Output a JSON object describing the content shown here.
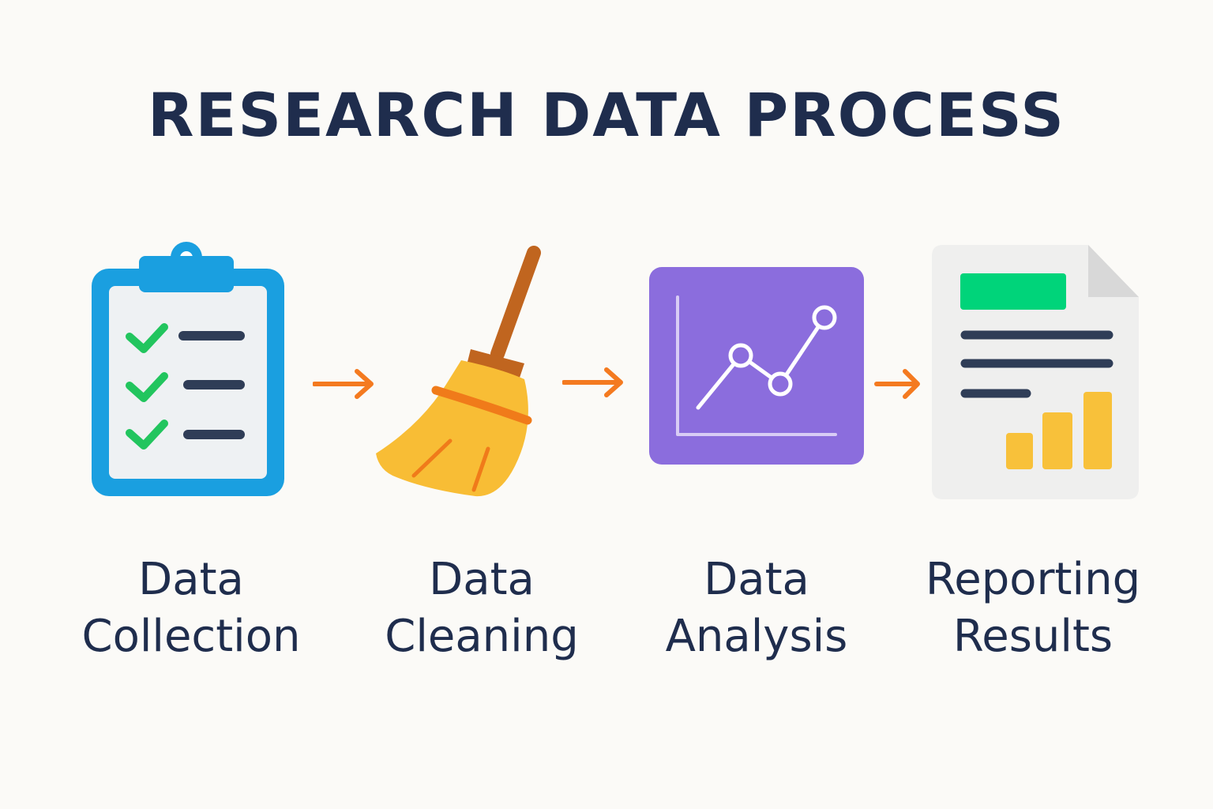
{
  "title": "RESEARCH DATA PROCESS",
  "steps": [
    {
      "line1": "Data",
      "line2": "Collection",
      "icon": "clipboard-checklist-icon"
    },
    {
      "line1": "Data",
      "line2": "Cleaning",
      "icon": "broom-icon"
    },
    {
      "line1": "Data",
      "line2": "Analysis",
      "icon": "line-chart-icon"
    },
    {
      "line1": "Reporting",
      "line2": "Results",
      "icon": "report-document-icon"
    }
  ],
  "colors": {
    "text": "#1f2d4d",
    "arrow": "#f47a20",
    "clipboard": "#1a9fe0",
    "check": "#22c55e",
    "broom": "#f8bd35",
    "broom_band": "#f07b1a",
    "broom_handle": "#c0651f",
    "chart_bg": "#8b6ddd",
    "report_green": "#00d47a",
    "report_bars": "#f8c13a"
  }
}
